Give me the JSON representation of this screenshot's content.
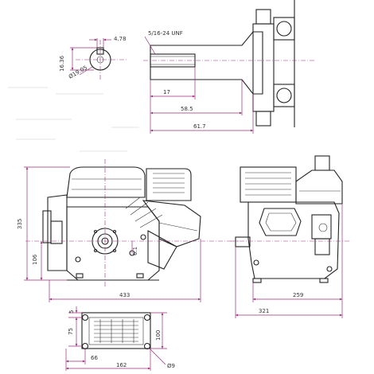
{
  "dimensions": {
    "keyway_width": "4.78",
    "keyway_height": "16.36",
    "shaft_diameter": "Ø19.05",
    "thread": "5/16-24 UNF",
    "thread_depth": "17",
    "shaft_length_a": "58.5",
    "shaft_length_b": "61.7",
    "overall_height": "335",
    "shaft_height": "106",
    "overall_length": "433",
    "offset_small": "6.1",
    "side_depth_a": "259",
    "side_depth_b": "321",
    "base_edge": "5",
    "base_depth": "75",
    "base_height": "100",
    "hole_spacing": "66",
    "base_width": "162",
    "hole_diameter": "Ø9"
  }
}
